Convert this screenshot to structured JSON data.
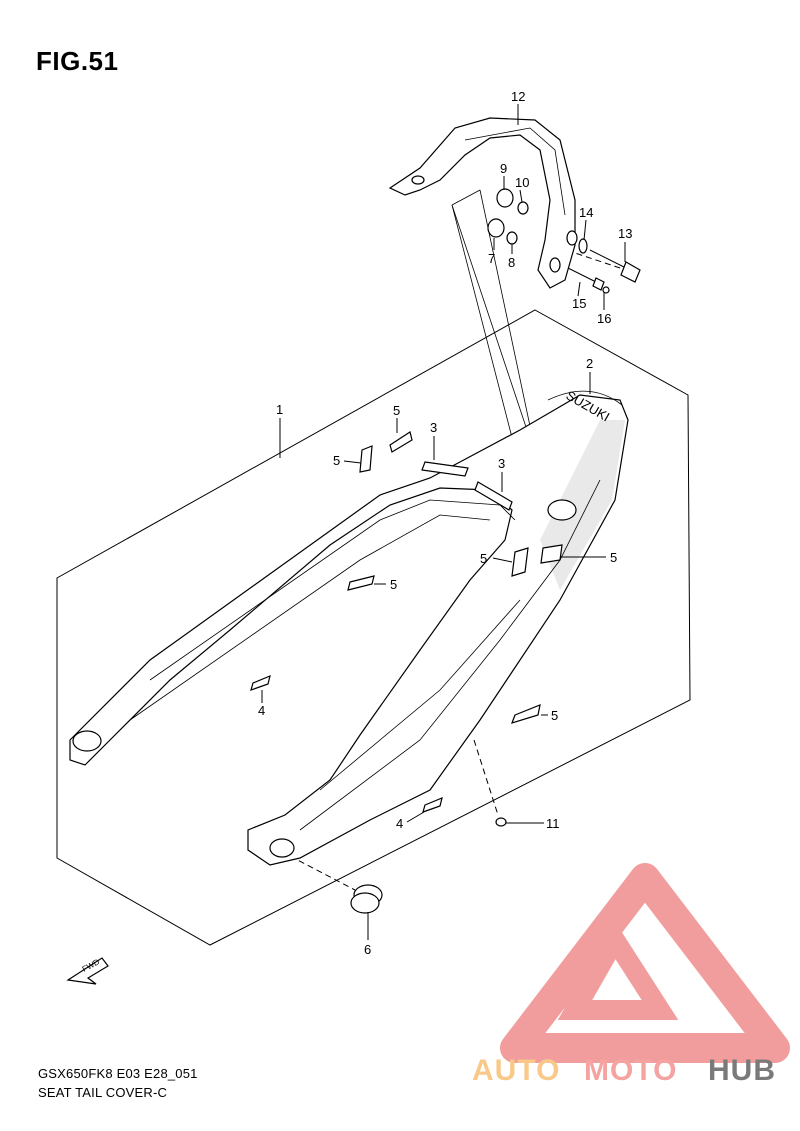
{
  "figure": {
    "title": "FIG.51"
  },
  "footer": {
    "model_code": "GSX650FK8 E03 E28_051",
    "section_name": "SEAT TAIL COVER-C"
  },
  "callouts": {
    "c1": "1",
    "c2": "2",
    "c3a": "3",
    "c3b": "3",
    "c4a": "4",
    "c4b": "4",
    "c5a": "5",
    "c5b": "5",
    "c5c": "5",
    "c5d": "5",
    "c5e": "5",
    "c5f": "5",
    "c6": "6",
    "c7": "7",
    "c8": "8",
    "c9": "9",
    "c10": "10",
    "c11": "11",
    "c12": "12",
    "c13": "13",
    "c14": "14",
    "c15": "15",
    "c16": "16"
  },
  "fwd_marker": {
    "label": "FWD",
    "icon": "arrow-left-down-icon"
  },
  "watermark": {
    "part1": "AUTO",
    "part2": "MOTO",
    "part3": "HUB",
    "colors": {
      "auto": "#f9c98a",
      "moto": "#f4a3a0",
      "hub": "#7a7a7a",
      "triangle": "#f08c8c"
    }
  }
}
